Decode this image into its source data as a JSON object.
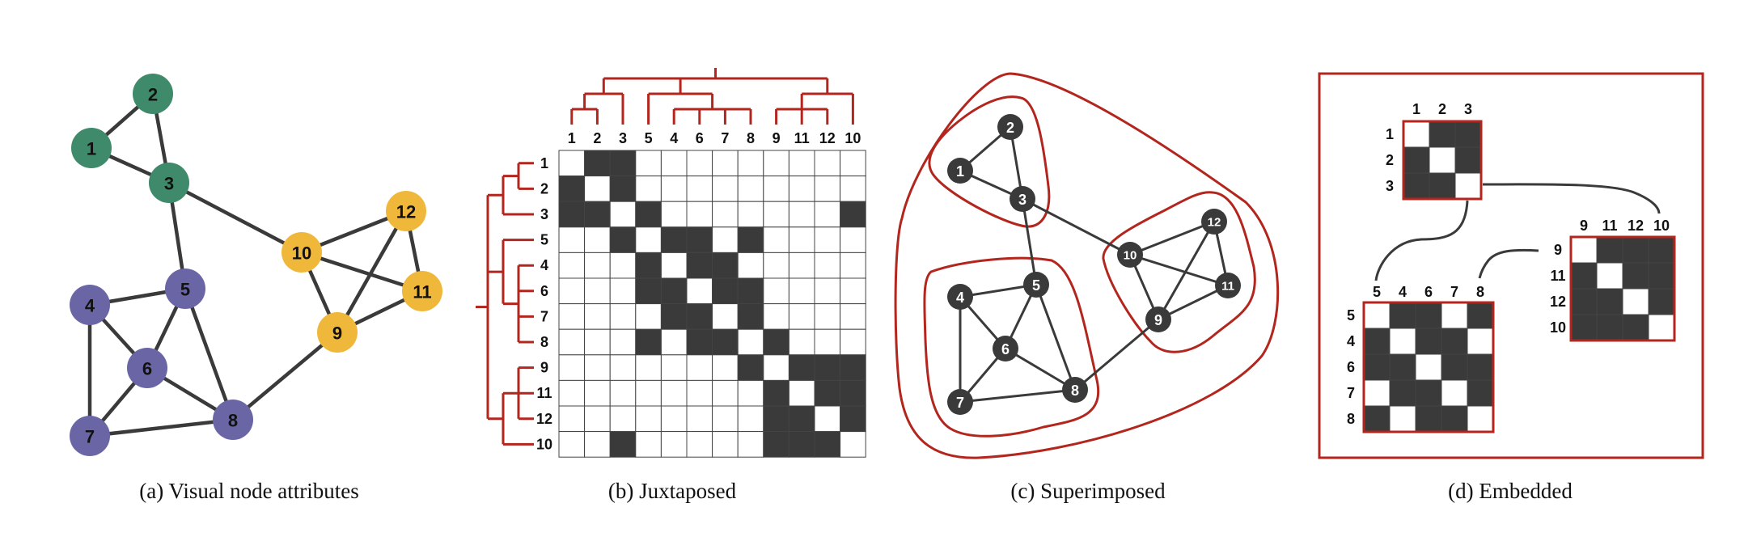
{
  "captions": {
    "a": "(a)  Visual node attributes",
    "b": "(b)  Juxtaposed",
    "c": "(c)  Superimposed",
    "d": "(d)  Embedded"
  },
  "colors": {
    "group_1": "#3e8a6b",
    "group_2": "#6a66a6",
    "group_3": "#f0b83b",
    "dark_node": "#3a3a3a",
    "matrix_fill": "#3a3a3a",
    "accent_red": "#b3261e",
    "edge": "#3a3a3a"
  },
  "nodes": [
    {
      "id": "1",
      "group": 1
    },
    {
      "id": "2",
      "group": 1
    },
    {
      "id": "3",
      "group": 1
    },
    {
      "id": "4",
      "group": 2
    },
    {
      "id": "5",
      "group": 2
    },
    {
      "id": "6",
      "group": 2
    },
    {
      "id": "7",
      "group": 2
    },
    {
      "id": "8",
      "group": 2
    },
    {
      "id": "9",
      "group": 3
    },
    {
      "id": "10",
      "group": 3
    },
    {
      "id": "11",
      "group": 3
    },
    {
      "id": "12",
      "group": 3
    }
  ],
  "edges": [
    [
      "1",
      "2"
    ],
    [
      "1",
      "3"
    ],
    [
      "2",
      "3"
    ],
    [
      "3",
      "5"
    ],
    [
      "3",
      "10"
    ],
    [
      "4",
      "5"
    ],
    [
      "4",
      "6"
    ],
    [
      "4",
      "7"
    ],
    [
      "5",
      "6"
    ],
    [
      "5",
      "8"
    ],
    [
      "6",
      "7"
    ],
    [
      "6",
      "8"
    ],
    [
      "7",
      "8"
    ],
    [
      "8",
      "9"
    ],
    [
      "9",
      "10"
    ],
    [
      "9",
      "11"
    ],
    [
      "9",
      "12"
    ],
    [
      "10",
      "11"
    ],
    [
      "10",
      "12"
    ],
    [
      "11",
      "12"
    ]
  ],
  "matrix_order": [
    "1",
    "2",
    "3",
    "5",
    "4",
    "6",
    "7",
    "8",
    "9",
    "11",
    "12",
    "10"
  ],
  "dendrogram": [
    [
      [
        "1",
        "2"
      ],
      "3"
    ],
    [
      "5",
      [
        "4",
        "6",
        "7",
        "8"
      ]
    ],
    [
      [
        "9",
        "11",
        "12"
      ],
      "10"
    ]
  ],
  "embedded_blocks": [
    {
      "order": [
        "1",
        "2",
        "3"
      ]
    },
    {
      "order": [
        "5",
        "4",
        "6",
        "7",
        "8"
      ]
    },
    {
      "order": [
        "9",
        "11",
        "12",
        "10"
      ]
    }
  ]
}
